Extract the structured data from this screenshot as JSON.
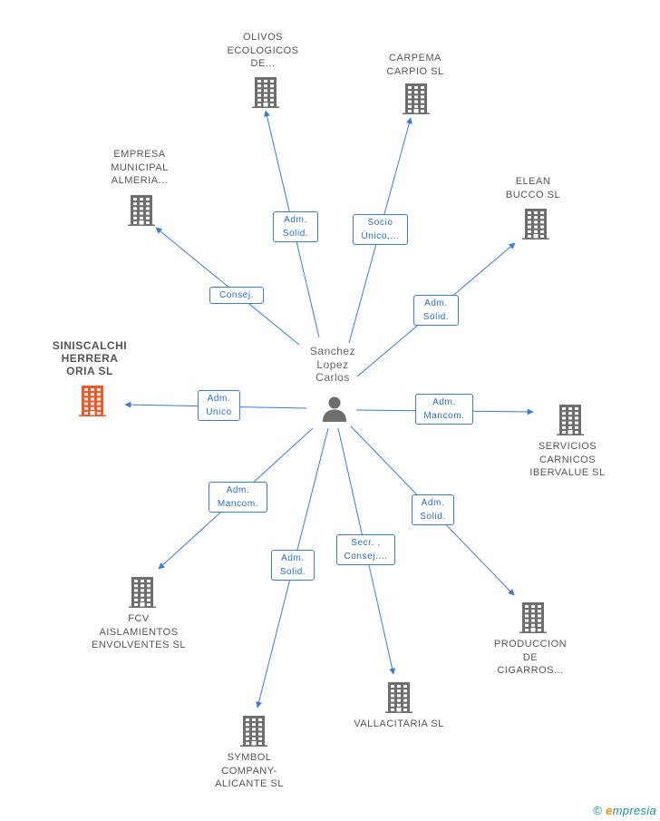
{
  "person": {
    "name_lines": [
      "Sanchez",
      "Lopez",
      "Carlos"
    ],
    "icon": "person-icon"
  },
  "colors": {
    "edge": "#3a7bd5",
    "building": "#6e6e6e",
    "building_focus": "#f05a28",
    "person": "#6e6e6e"
  },
  "companies": [
    {
      "id": "olivos",
      "name_lines": [
        "OLIVOS",
        "ECOLOGICOS",
        "DE..."
      ],
      "relation_lines": [
        "Adm.",
        "Solid."
      ],
      "focus": false,
      "icon": "building-icon"
    },
    {
      "id": "carpema",
      "name_lines": [
        "CARPEMA",
        "CARPIO SL"
      ],
      "relation_lines": [
        "Socio",
        "Único,..."
      ],
      "focus": false,
      "icon": "building-icon"
    },
    {
      "id": "empresa",
      "name_lines": [
        "EMPRESA",
        "MUNICIPAL",
        "ALMERIA..."
      ],
      "relation_lines": [
        "Consej."
      ],
      "focus": false,
      "icon": "building-icon"
    },
    {
      "id": "elean",
      "name_lines": [
        "ELEAN",
        "BUCCO SL"
      ],
      "relation_lines": [
        "Adm.",
        "Solid."
      ],
      "focus": false,
      "icon": "building-icon"
    },
    {
      "id": "siniscalchi",
      "name_lines": [
        "SINISCALCHI",
        "HERRERA",
        "ORIA SL"
      ],
      "relation_lines": [
        "Adm.",
        "Unico"
      ],
      "focus": true,
      "icon": "building-icon"
    },
    {
      "id": "servicios",
      "name_lines": [
        "SERVICIOS",
        "CARNICOS",
        "IBERVALUE SL"
      ],
      "relation_lines": [
        "Adm.",
        "Mancom."
      ],
      "focus": false,
      "icon": "building-icon"
    },
    {
      "id": "fcv",
      "name_lines": [
        "FCV",
        "AISLAMIENTOS",
        "ENVOLVENTES SL"
      ],
      "relation_lines": [
        "Adm.",
        "Mancom."
      ],
      "focus": false,
      "icon": "building-icon"
    },
    {
      "id": "produccion",
      "name_lines": [
        "PRODUCCION",
        "DE",
        "CIGARROS..."
      ],
      "relation_lines": [
        "Adm.",
        "Solid."
      ],
      "focus": false,
      "icon": "building-icon"
    },
    {
      "id": "symbol",
      "name_lines": [
        "SYMBOL",
        "COMPANY-",
        "ALICANTE SL"
      ],
      "relation_lines": [
        "Adm.",
        "Solid."
      ],
      "focus": false,
      "icon": "building-icon"
    },
    {
      "id": "vallacitaria",
      "name_lines": [
        "VALLACITARIA SL"
      ],
      "relation_lines": [
        "Secr. ,",
        "Consej...."
      ],
      "focus": false,
      "icon": "building-icon"
    }
  ],
  "brand": {
    "copyright": "©",
    "text_e": "e",
    "text_rest": "mpresia"
  }
}
